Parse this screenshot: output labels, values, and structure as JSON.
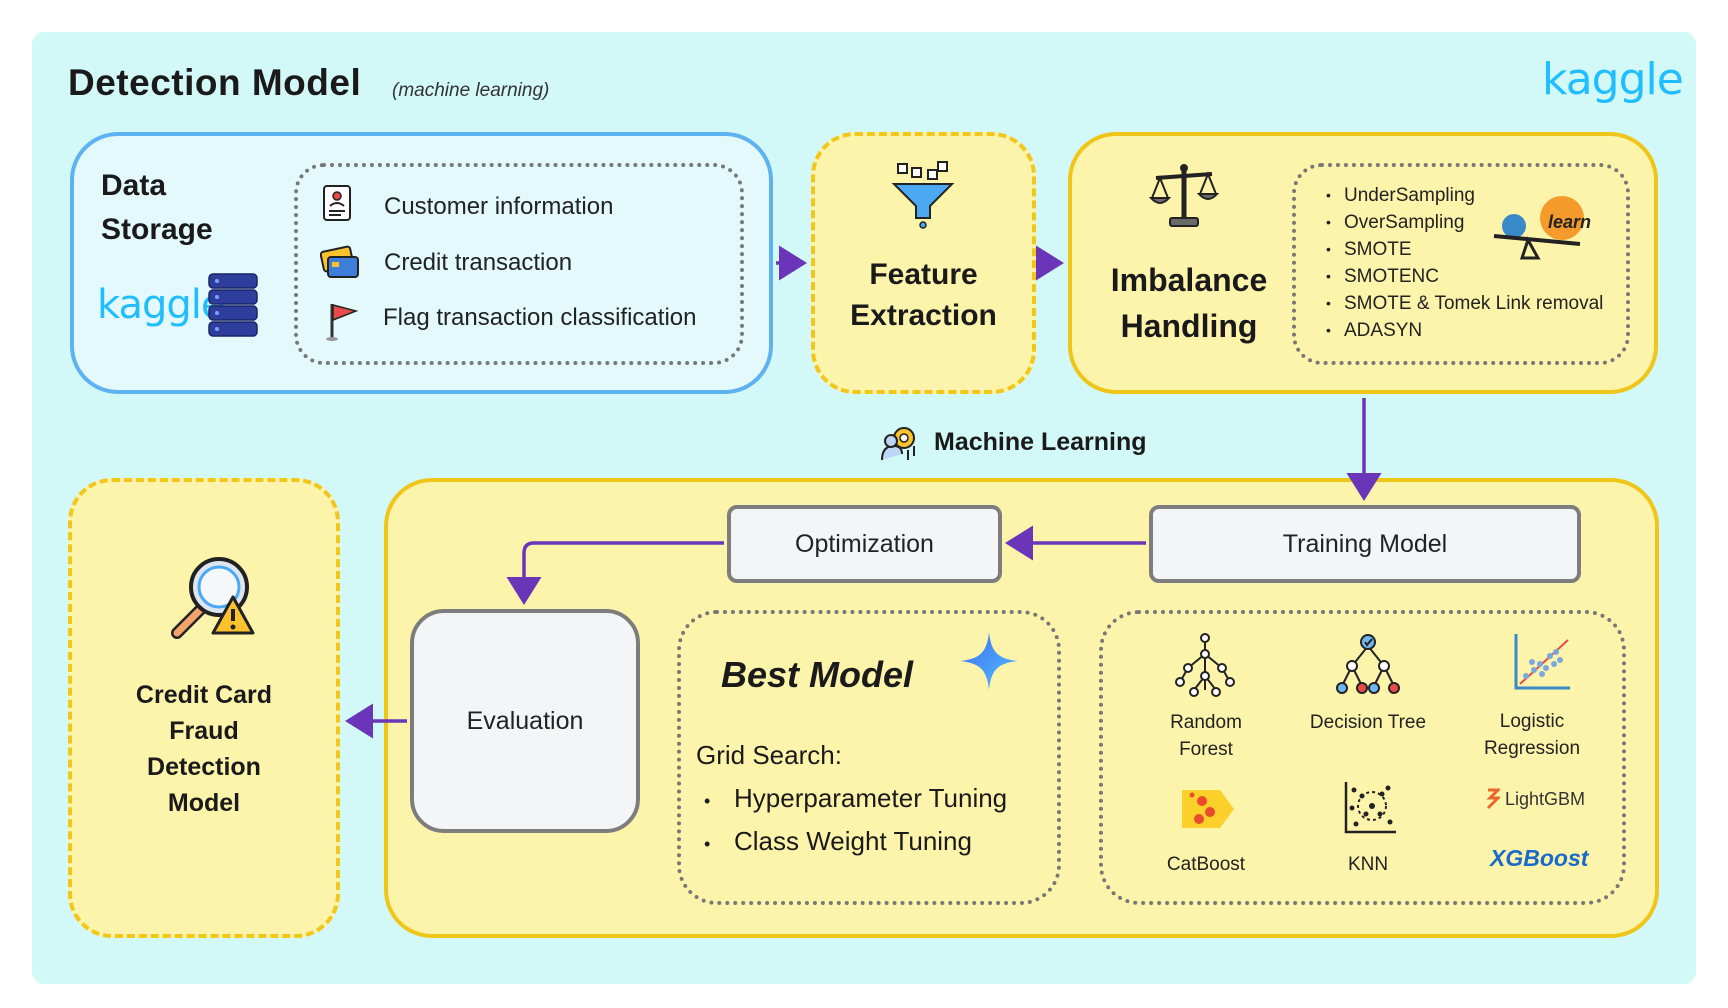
{
  "header": {
    "title": "Detection Model",
    "subtitle": "(machine learning)",
    "brand": "kaggle"
  },
  "data_storage": {
    "heading_line1": "Data",
    "heading_line2": "Storage",
    "brand": "kaggle",
    "items": [
      {
        "label": "Customer information",
        "icon": "document-icon"
      },
      {
        "label": "Credit transaction",
        "icon": "credit-card-icon"
      },
      {
        "label": "Flag transaction classification",
        "icon": "flag-icon"
      }
    ]
  },
  "feature_extraction": {
    "line1": "Feature",
    "line2": "Extraction",
    "icon": "funnel-icon"
  },
  "imbalance": {
    "line1": "Imbalance",
    "line2": "Handling",
    "icon": "scale-icon",
    "logo_text": "learn",
    "methods": [
      "UnderSampling",
      "OverSampling",
      "SMOTE",
      "SMOTENC",
      "SMOTE & Tomek Link removal",
      "ADASYN"
    ]
  },
  "machine_learning": {
    "label": "Machine Learning",
    "icon": "ai-head-icon",
    "optimization": "Optimization",
    "training": "Training Model",
    "evaluation": "Evaluation",
    "best_model": {
      "title": "Best Model",
      "grid_label": "Grid Search:",
      "items": [
        "Hyperparameter Tuning",
        "Class Weight Tuning"
      ]
    },
    "models": [
      {
        "line1": "Random",
        "line2": "Forest",
        "icon": "random-forest-icon"
      },
      {
        "line1": "Decision Tree",
        "line2": "",
        "icon": "decision-tree-icon"
      },
      {
        "line1": "Logistic",
        "line2": "Regression",
        "icon": "scatter-plot-icon"
      },
      {
        "line1": "CatBoost",
        "line2": "",
        "icon": "catboost-icon"
      },
      {
        "line1": "KNN",
        "line2": "",
        "icon": "knn-icon"
      },
      {
        "line1": "",
        "line2": "",
        "icon": "xgboost-logo",
        "logo_text": "XGBoost"
      }
    ],
    "lightgbm_text": "LightGBM"
  },
  "result": {
    "line1": "Credit Card",
    "line2": "Fraud",
    "line3": "Detection",
    "line4": "Model",
    "icon": "magnifier-warning-icon"
  },
  "colors": {
    "background": "#d3f8f8",
    "arrow": "#6a35b8",
    "yellow": "#fdf4ab",
    "yellow_border": "#f0c51a",
    "blue_border": "#5db3f2",
    "kaggle": "#20beff"
  }
}
